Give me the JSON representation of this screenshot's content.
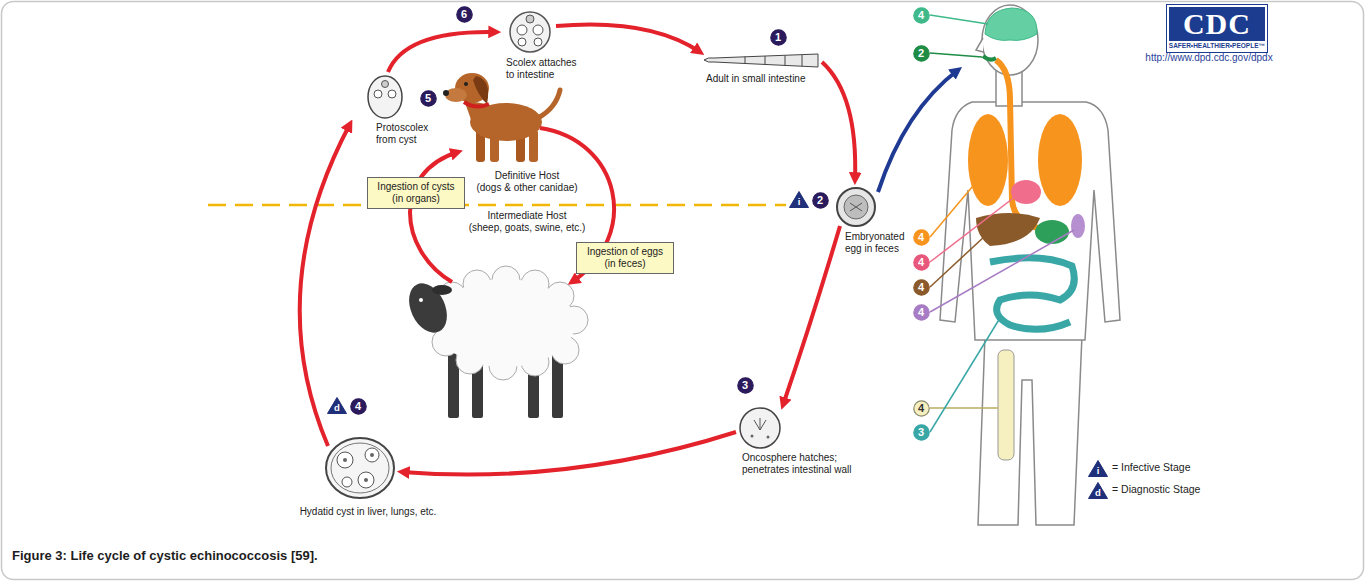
{
  "diagram": {
    "caption": "Figure 3: Life cycle of cystic echinococcosis [59].",
    "nodes": [
      {
        "text": [
          "CDC",
          "SAFER•HEALTHIER•PEOPLE™"
        ]
      },
      {
        "text": [
          "6"
        ]
      },
      {
        "text": [
          "1"
        ]
      },
      {
        "text": [
          "5"
        ]
      },
      {
        "text": [
          "Ingestion of cysts (in organs)"
        ]
      },
      {
        "text": [
          "i"
        ]
      },
      {
        "text": [
          "2"
        ]
      },
      {
        "text": [
          "Ingestion of eggs (in feces)"
        ]
      },
      {
        "text": [
          "3"
        ]
      },
      {
        "text": [
          "d"
        ]
      },
      {
        "text": [
          "4"
        ]
      },
      {
        "text": [
          "4"
        ]
      },
      {
        "text": [
          "2"
        ]
      },
      {
        "text": [
          "4"
        ]
      },
      {
        "text": [
          "4"
        ]
      },
      {
        "text": [
          "4"
        ]
      },
      {
        "text": [
          "4"
        ]
      },
      {
        "text": [
          "4"
        ]
      },
      {
        "text": [
          "3"
        ]
      },
      {
        "text": [
          "i"
        ]
      },
      {
        "text": [
          "d"
        ]
      }
    ],
    "labels": [
      "http://www.dpd.cdc.gov/dpdx",
      "Scolex attaches to intestine",
      "Adult in small intestine",
      "Protoscolex from cyst",
      "Definitive Host",
      "(dogs & other canidae)",
      "Embryonated egg in feces",
      "Intermediate Host",
      "(sheep, goats, swine, etc.)",
      "Oncosphere hatches; penetrates intestinal wall",
      "Hydatid cyst in liver, lungs, etc.",
      "= Infective Stage",
      "= Diagnostic Stage"
    ]
  }
}
